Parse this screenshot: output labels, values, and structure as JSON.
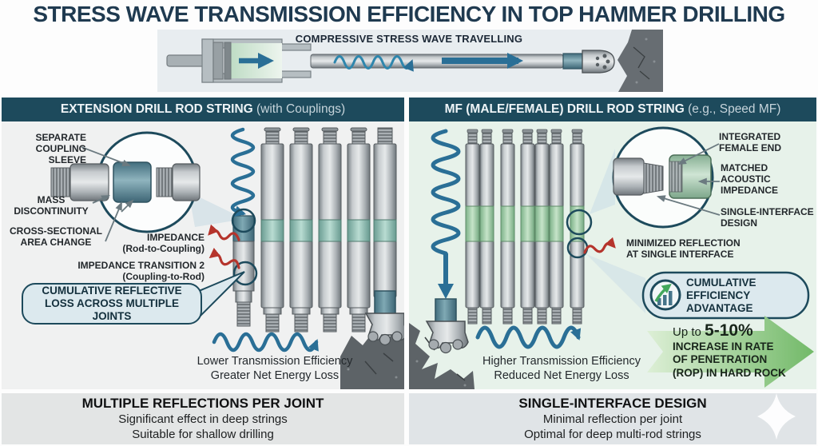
{
  "title": "STRESS WAVE TRANSMISSION EFFICIENCY IN TOP HAMMER DRILLING",
  "hero": {
    "caption": "COMPRESSIVE STRESS WAVE TRAVELLING"
  },
  "left_panel": {
    "header": {
      "bold": "EXTENSION DRILL ROD STRING",
      "light": " (with Couplings)"
    },
    "labels": {
      "separate_coupling_sleeve": "SEPARATE\nCOUPLING\nSLEEVE",
      "mass_discontinuity": "MASS\nDISCONTINUITY",
      "cross_sectional_area_change": "CROSS-SECTIONAL\nAREA CHANGE",
      "impedance_transition_1": "IMPEDANCE\n(Rod-to-Coupling)",
      "impedance_transition_2": "IMPEDANCE TRANSITION 2\n(Coupling-to-Rod)",
      "cumulative_loss": "CUMULATIVE REFLECTIVE\nLOSS ACROSS MULTIPLE JOINTS",
      "outcome": "Lower Transmission Efficiency\nGreater Net Energy Loss"
    }
  },
  "right_panel": {
    "header": {
      "bold": "MF (MALE/FEMALE) DRILL ROD STRING",
      "light": " (e.g., Speed MF)"
    },
    "labels": {
      "integrated_female_end": "INTEGRATED\nFEMALE END",
      "matched_acoustic_impedance": "MATCHED\nACOUSTIC\nIMPEDANCE",
      "single_interface_design": "SINGLE-INTERFACE\nDESIGN",
      "minimized_reflection": "MINIMIZED REFLECTION\nAT SINGLE INTERFACE",
      "cumulative_advantage": "CUMULATIVE\nEFFICIENCY\nADVANTAGE",
      "rop_prefix": "Up to ",
      "rop_value": "5-10%",
      "rop_detail": "INCREASE IN RATE\nOF PENETRATION\n(ROP) IN HARD ROCK",
      "outcome": "Higher Transmission Efficiency\nReduced Net Energy Loss"
    }
  },
  "footers": {
    "left": {
      "heading": "MULTIPLE REFLECTIONS PER JOINT",
      "sub": "Significant effect in deep strings\nSuitable for shallow drilling"
    },
    "right": {
      "heading": "SINGLE-INTERFACE DESIGN",
      "sub": "Minimal reflection per joint\nOptimal for deep multi-rod strings"
    }
  },
  "colors": {
    "navy_header": "#1d4a5c",
    "title_navy": "#1f3a50",
    "wave_blue": "#2a6f96",
    "reflection_red": "#b5342c",
    "advantage_green": "#72b968",
    "left_panel_bg": "#f0f1f1",
    "right_panel_bg": "#e7f2ea",
    "footer_bg": "#e3e5e5"
  }
}
